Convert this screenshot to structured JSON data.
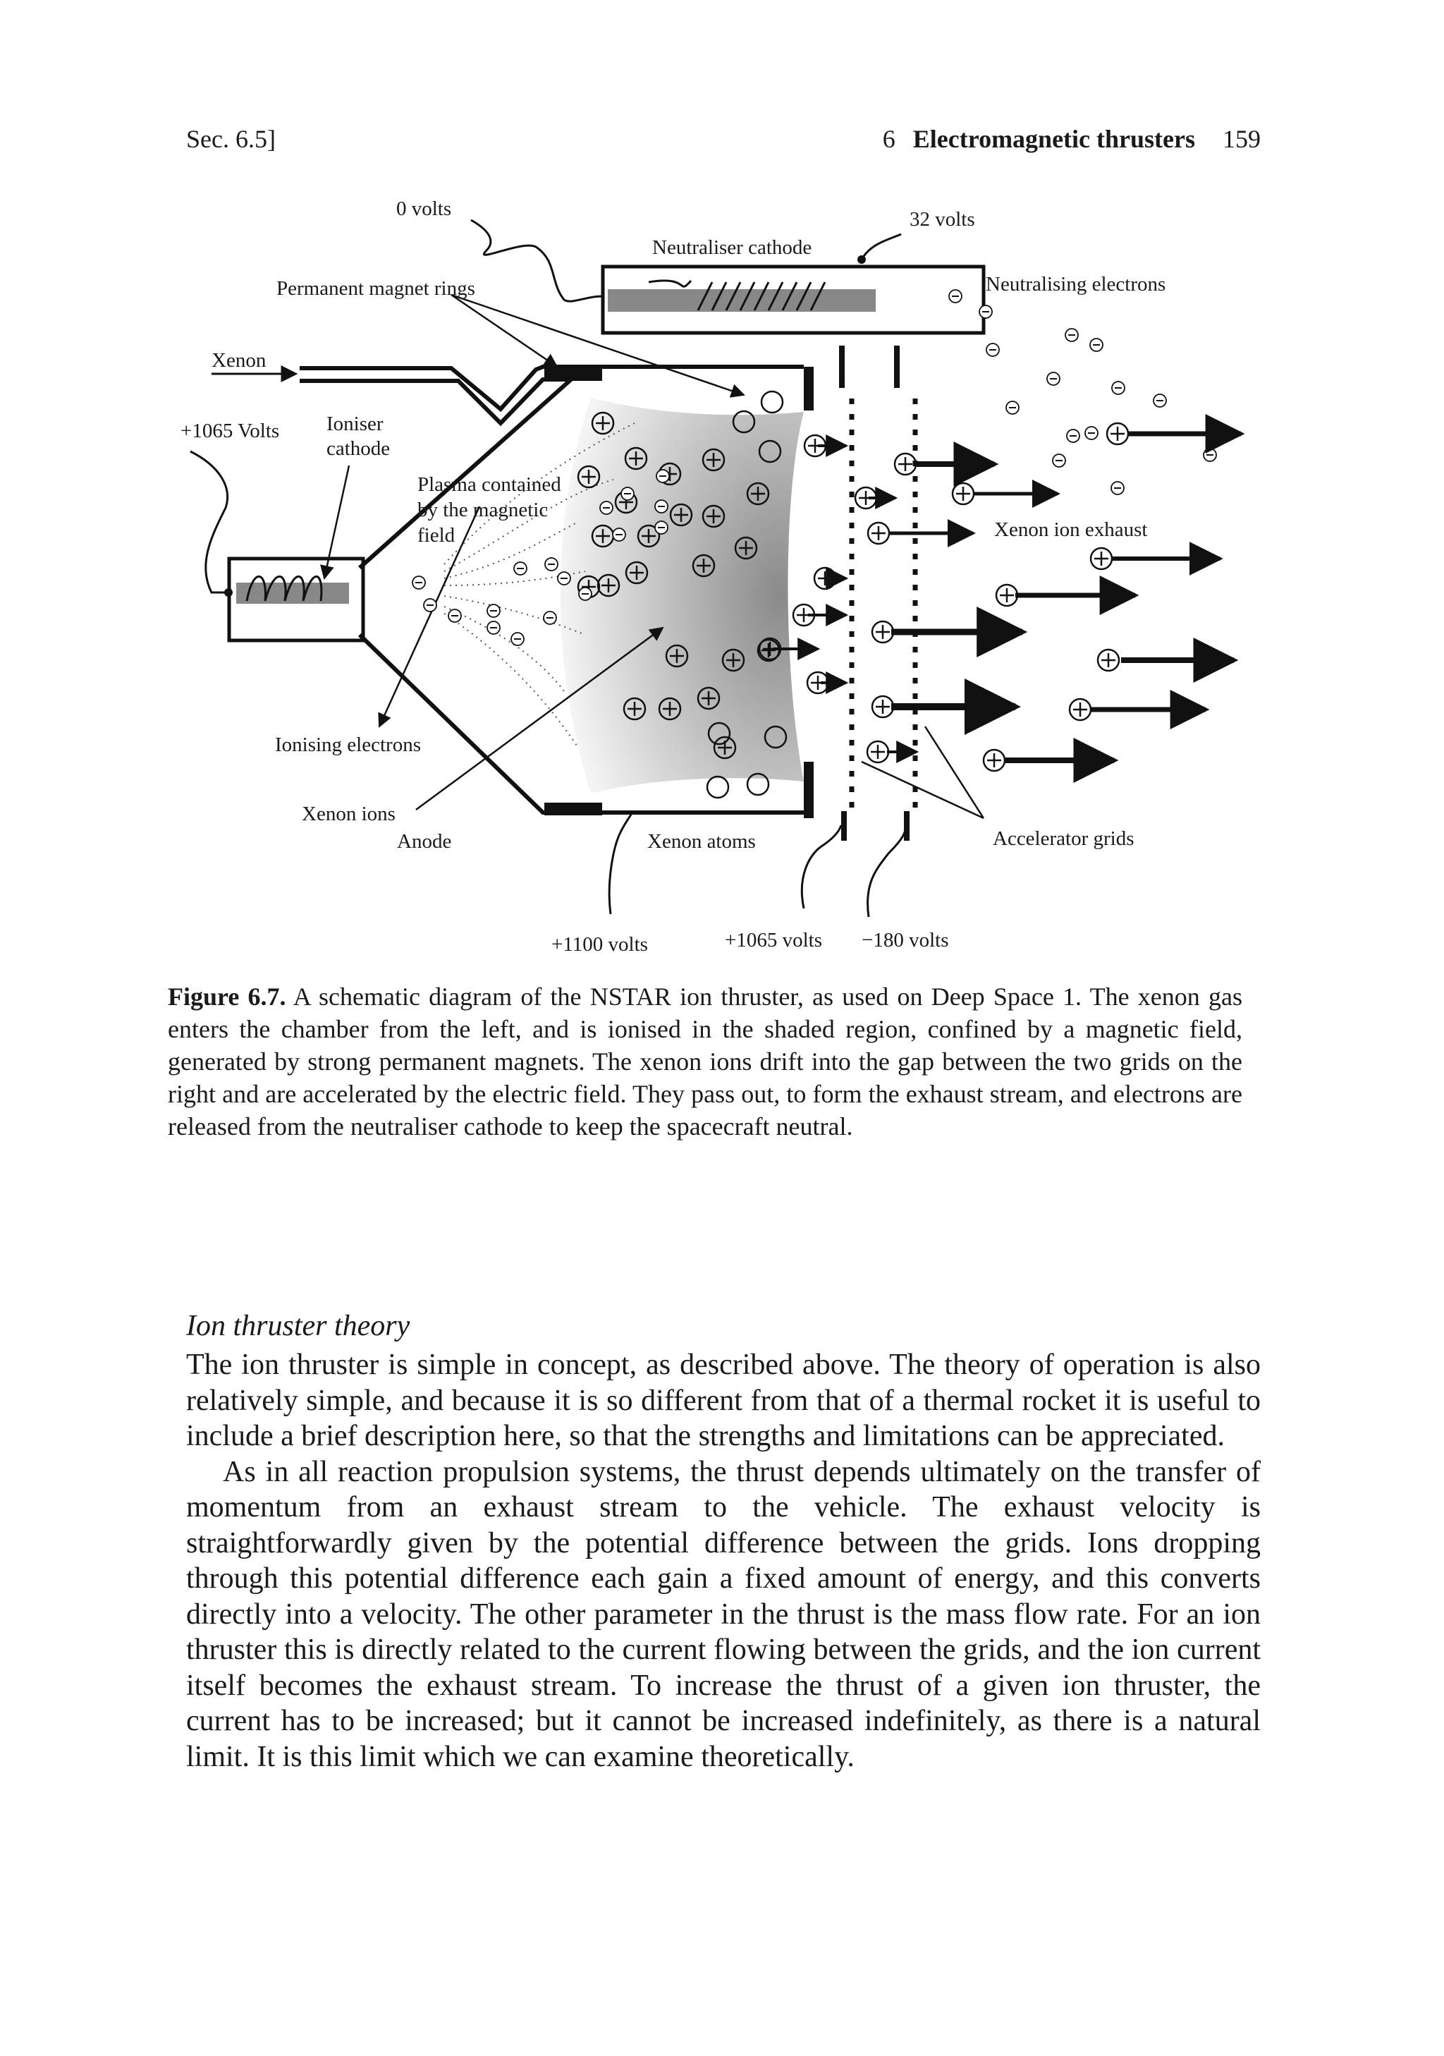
{
  "header": {
    "section": "Sec. 6.5]",
    "mark": "6",
    "chapter_title": "Electromagnetic thrusters",
    "page_number": "159"
  },
  "figure": {
    "labels": {
      "zero_volts": "0 volts",
      "neutraliser_cathode": "Neutraliser cathode",
      "thirty_two_volts": "32 volts",
      "permanent_magnet_rings": "Permanent magnet rings",
      "neutralising_electrons": "Neutralising electrons",
      "xenon": "Xenon",
      "plus_1065_volts_left": "+1065 Volts",
      "ioniser": "Ioniser",
      "cathode": "cathode",
      "plasma_line1": "Plasma contained",
      "plasma_line2": "by the magnetic",
      "plasma_line3": "field",
      "xenon_ion_exhaust": "Xenon ion exhaust",
      "ionising_electrons": "Ionising electrons",
      "xenon_ions": "Xenon ions",
      "anode": "Anode",
      "xenon_atoms": "Xenon atoms",
      "accelerator_grids": "Accelerator grids",
      "plus_1100_volts": "+1100 volts",
      "plus_1065_volts_bottom": "+1065 volts",
      "minus_180_volts": "−180 volts"
    },
    "caption_label": "Figure 6.7.",
    "caption_text": " A schematic diagram of the NSTAR ion thruster, as used on Deep Space 1. The xenon gas enters the chamber from the left, and is ionised in the shaded region, confined by a magnetic field, generated by strong permanent magnets. The xenon ions drift into the gap between the two grids on the right and are accelerated by the electric field. They pass out, to form the exhaust stream, and electrons are released from the neutraliser cathode to keep the spacecraft neutral."
  },
  "section": {
    "title": "Ion thruster theory",
    "paragraphs": [
      "The ion thruster is simple in concept, as described above. The theory of operation is also relatively simple, and because it is so different from that of a thermal rocket it is useful to include a brief description here, so that the strengths and limitations can be appreciated.",
      "As in all reaction propulsion systems, the thrust depends ultimately on the transfer of momentum from an exhaust stream to the vehicle. The exhaust velocity is straightforwardly given by the potential difference between the grids. Ions dropping through this potential difference each gain a fixed amount of energy, and this converts directly into a velocity. The other parameter in the thrust is the mass flow rate. For an ion thruster this is directly related to the current flowing between the grids, and the ion current itself becomes the exhaust stream. To increase the thrust of a given ion thruster, the current has to be increased; but it cannot be increased indefinitely, as there is a natural limit. It is this limit which we can examine theoretically."
    ]
  }
}
